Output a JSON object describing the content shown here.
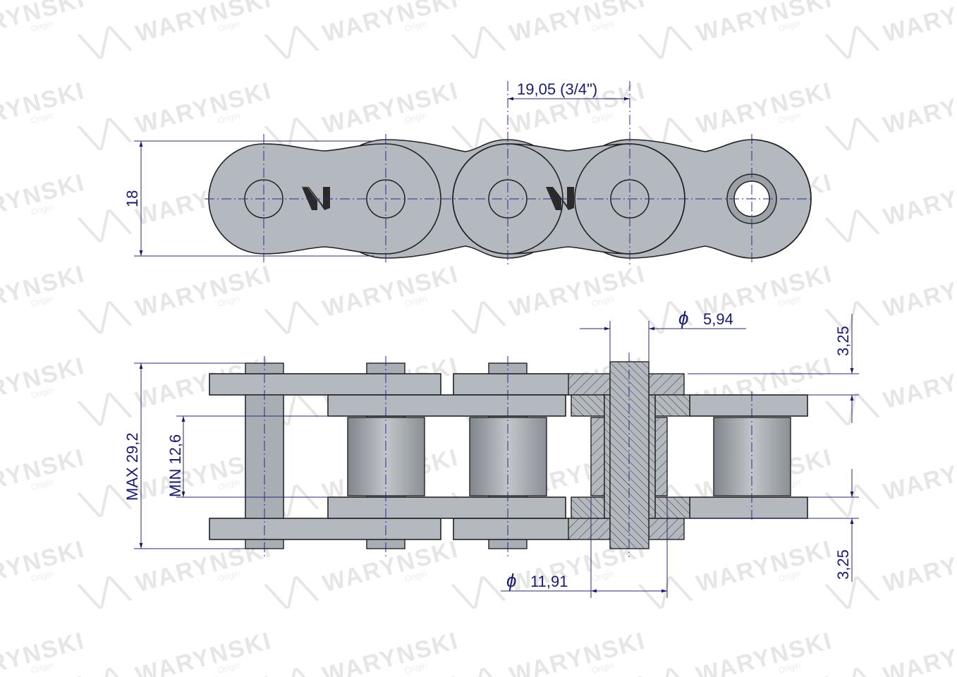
{
  "watermark": {
    "brand": "WARYNSKI",
    "sub": "Origin"
  },
  "logo_mark": "W",
  "dimensions": {
    "pitch": "19,05  (3/4\")",
    "plate_height": "18",
    "max_width": "MAX  29,2",
    "min_inner_width": "MIN  12,6",
    "pin_diameter": "5,94",
    "roller_diameter": "11,91",
    "plate_thickness_top": "3,25",
    "plate_thickness_bottom": "3,25",
    "diameter_symbol": "ϕ"
  },
  "colors": {
    "dimension": "#1a1a6e",
    "steel": "#b4b9bf",
    "watermark": "#e6e6e6"
  }
}
